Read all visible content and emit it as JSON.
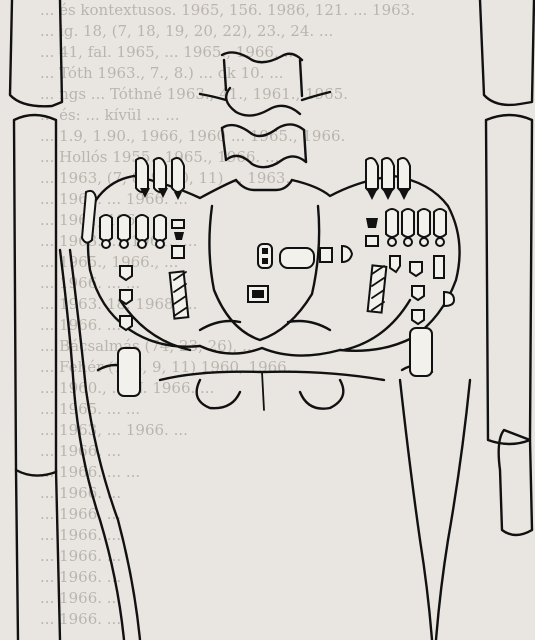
{
  "background_text_lines": [
    "... és kontextusos. 1965, 156. 1986, 121. ... 1963.",
    "... ig. 18, (7, 18, 19, 20, 22), 23., 24. ...",
    "... 41, fal. 1965, ... 1965., 1966, ...",
    "... Tóth 1963., 7., 8.) ... ok 10. ...",
    "... ngs ... Tóthné 1963., 41., 1961., 1965.",
    "... és: ... kívül ... ...",
    "... 1.9, 1.90., 1966, 1960 ... 1965., 1966.",
    "... Hollós 1955., 1965., 1966. ...",
    "... 1963, (7, 8, 9, 10, 11) ... 1963.",
    "... 1966. ... 1966. ...",
    "... 1961, 1966. ...",
    "... 1963., ... 1961., ...",
    "... 1965., 1966., ...",
    "... 1966. ... ...",
    "... 1963. 18. 1968. ...",
    "... 1966. ...",
    "... Bácsalmás (74, 23, 26), ...",
    "... Fehér (1, 3, 9, 11) 1960, 1966.",
    "... 1960., ... N. 1966. ...",
    "... 1965. ... ...",
    "... 1963, ... 1966. ...",
    "... 1966. ...",
    "... 1966. ... ...",
    "... 1966. ...",
    "... 1966. ...",
    "... 1966. ...",
    "... 1966. ...",
    "... 1966. ...",
    "... 1966. ...",
    "... 1966. ..."
  ],
  "icons": {
    "pelvis": "pelvis-outline-icon",
    "spine": "lumbar-spine-icon",
    "femur": "femur-icon"
  }
}
